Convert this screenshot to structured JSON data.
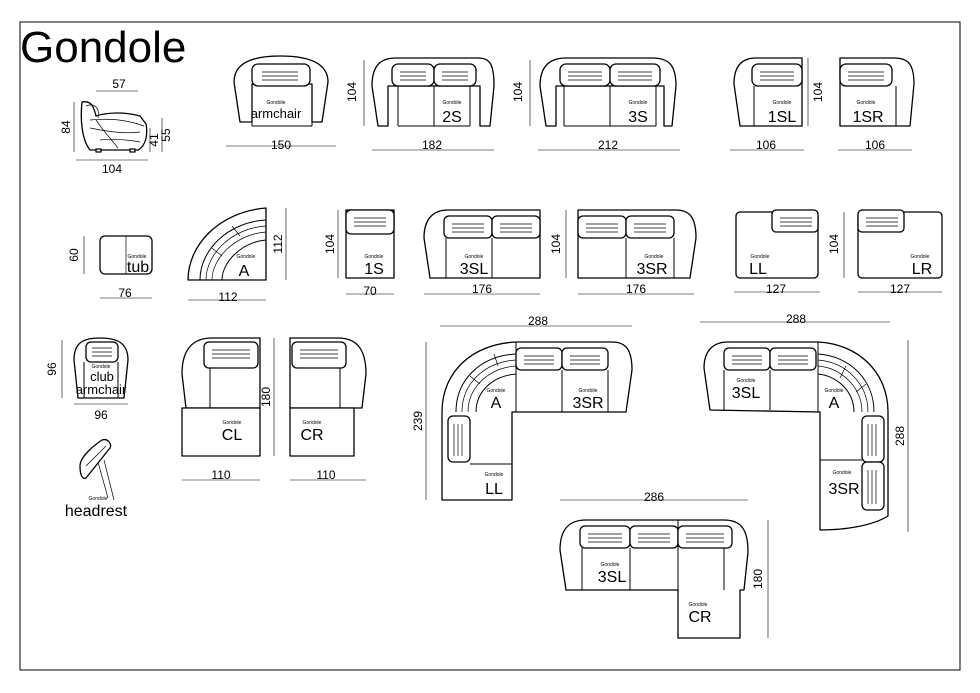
{
  "title": "Gondole",
  "brand_mark": "Gondole",
  "modules": {
    "armchair": {
      "label": "armchair",
      "width": "150"
    },
    "two_seater": {
      "label": "2S",
      "width": "182",
      "height": "104"
    },
    "three_seater": {
      "label": "3S",
      "width": "212",
      "height": "104"
    },
    "one_sl": {
      "label": "1SL",
      "width": "106",
      "height": "104"
    },
    "one_sr": {
      "label": "1SR",
      "width": "106",
      "height": "104"
    },
    "tub": {
      "label": "tub",
      "width": "76",
      "height": "60"
    },
    "corner_a": {
      "label": "A",
      "width": "112",
      "height": "112"
    },
    "one_s": {
      "label": "1S",
      "width": "70",
      "height": "104"
    },
    "three_sl": {
      "label": "3SL",
      "width": "176"
    },
    "three_sr": {
      "label": "3SR",
      "width": "176",
      "height": "104"
    },
    "ll": {
      "label": "LL",
      "width": "127"
    },
    "lr": {
      "label": "LR",
      "width": "127",
      "height": "104"
    },
    "club_armchair": {
      "label_line1": "club",
      "label_line2": "armchair",
      "width": "96",
      "height": "96"
    },
    "cl": {
      "label": "CL",
      "width": "110",
      "height": "180"
    },
    "cr": {
      "label": "CR",
      "width": "110"
    },
    "headrest": {
      "label": "headrest"
    }
  },
  "side_view": {
    "depth": "104",
    "seat_depth": "57",
    "height": "84",
    "seat_height": "41",
    "arm_height": "55"
  },
  "composition_left": {
    "width": "288",
    "height": "239",
    "labels": [
      "A",
      "3SR",
      "LL"
    ]
  },
  "composition_right": {
    "width": "288",
    "height": "288",
    "labels": [
      "3SL",
      "A",
      "3SR"
    ]
  },
  "composition_bottom": {
    "width": "286",
    "height": "180",
    "labels": [
      "3SL",
      "CR"
    ]
  }
}
